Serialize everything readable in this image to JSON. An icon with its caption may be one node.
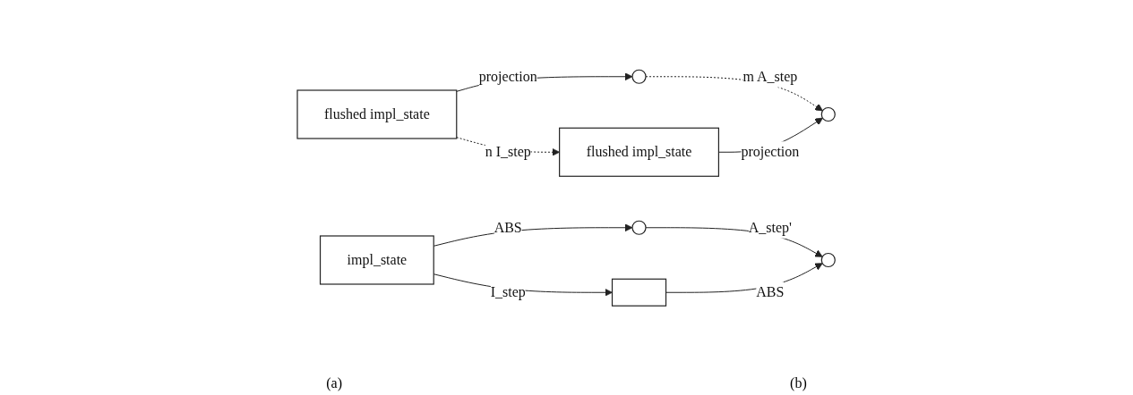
{
  "diagram": {
    "nodes": [
      {
        "text": [
          "flushed impl_state"
        ]
      },
      {
        "text": [],
        "shape": "circle"
      },
      {
        "text": [
          "flushed impl_state"
        ]
      },
      {
        "text": [],
        "shape": "circle"
      },
      {
        "text": [
          "impl_state"
        ]
      },
      {
        "text": [],
        "shape": "circle"
      },
      {
        "text": [],
        "shape": "box"
      },
      {
        "text": [],
        "shape": "circle"
      }
    ],
    "edges": [
      {
        "from": 0,
        "to": 1,
        "arrow": "to",
        "label": "projection"
      },
      {
        "from": 0,
        "to": 2,
        "arrow": "to",
        "label": "n I_step",
        "style": "dashed"
      },
      {
        "from": 1,
        "to": 3,
        "arrow": "to",
        "label": "m A_step",
        "style": "dashed"
      },
      {
        "from": 2,
        "to": 3,
        "arrow": "to",
        "label": "projection"
      },
      {
        "from": 4,
        "to": 5,
        "arrow": "to",
        "label": "ABS"
      },
      {
        "from": 4,
        "to": 6,
        "arrow": "to",
        "label": "I_step"
      },
      {
        "from": 5,
        "to": 7,
        "arrow": "to",
        "label": "A_step'"
      },
      {
        "from": 6,
        "to": 7,
        "arrow": "to",
        "label": "ABS"
      }
    ],
    "labels": [
      "(a)",
      "(b)"
    ]
  }
}
